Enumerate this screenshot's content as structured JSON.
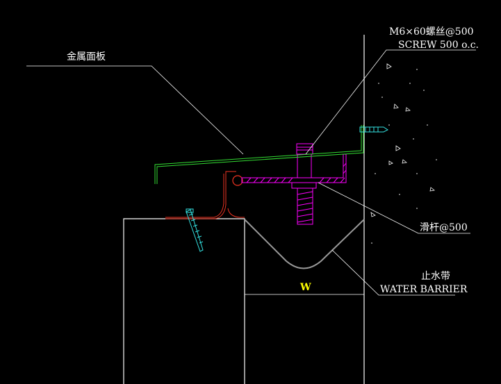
{
  "labels": {
    "metal_panel": "金属面板",
    "screw_cn": "M6×60螺丝@500",
    "screw_en": "SCREW 500 o.c.",
    "slide_bar": "滑杆@500",
    "water_barrier_cn": "止水带",
    "water_barrier_en": "WATER BARRIER",
    "width_dim": "W"
  },
  "colors": {
    "panel": "#33dd33",
    "bracket": "#ff00ff",
    "clip": "#ee3322",
    "screw": "#33e0e0",
    "barrier": "#9a9a9a",
    "dimension": "#ffff00",
    "lines": "#ffffff"
  }
}
